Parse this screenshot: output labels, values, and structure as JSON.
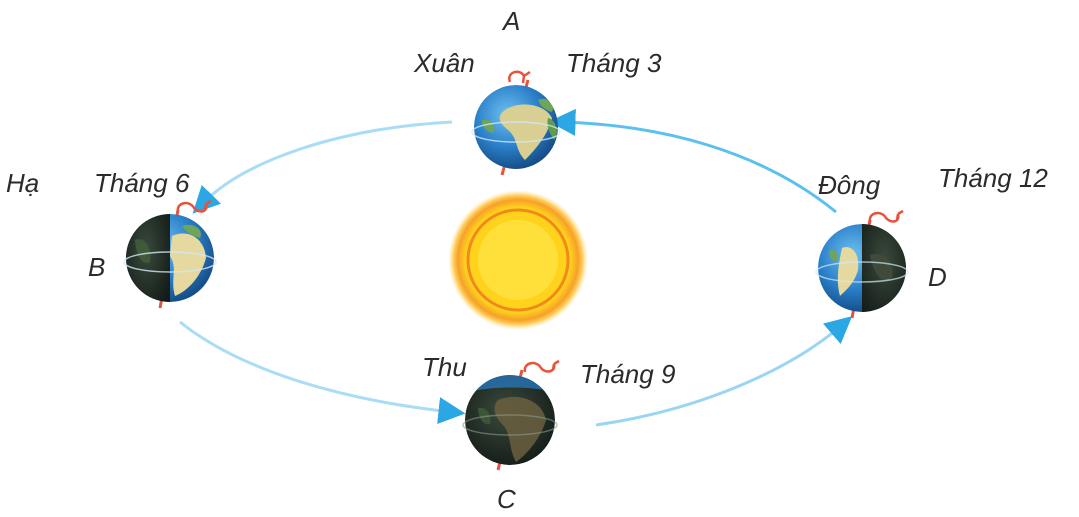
{
  "positions": {
    "a": {
      "letter": "A",
      "season": "Xuân",
      "month": "Tháng 3"
    },
    "b": {
      "letter": "B",
      "season": "Hạ",
      "month": "Tháng 6"
    },
    "c": {
      "letter": "C",
      "season": "Thu",
      "month": "Tháng 9"
    },
    "d": {
      "letter": "D",
      "season": "Đông",
      "month": "Tháng 12"
    }
  },
  "colors": {
    "orbit": "#3db4ea",
    "sun_core": "#ffd21c",
    "sun_ring": "#f08a1c",
    "ocean": "#2a7fc9",
    "land": "#e6d9a0",
    "night": "#1d2a24",
    "axis": "#e8523a",
    "text": "#2b2b2b"
  }
}
